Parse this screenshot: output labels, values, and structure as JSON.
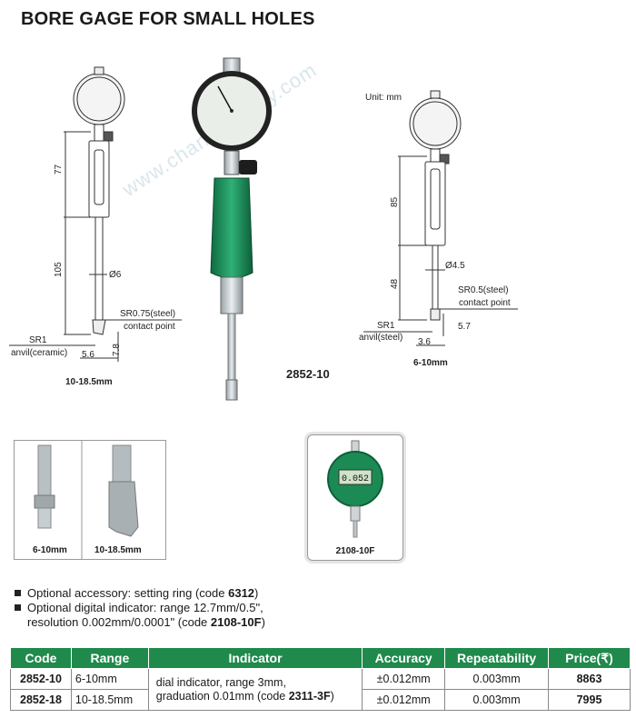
{
  "title": "BORE GAGE FOR SMALL HOLES",
  "watermark": "www.chandanpany.com",
  "left_drawing": {
    "dim_upper": "77",
    "dim_lower": "105",
    "dia": "Ø6",
    "contact_label": "SR0.75(steel)",
    "contact_sub": "contact point",
    "anvil_label": "SR1",
    "anvil_sub": "anvil(ceramic)",
    "dim_width": "5.6",
    "dim_height": "7.8",
    "range_caption": "10-18.5mm"
  },
  "center_caption": "2852-10",
  "right_drawing": {
    "unit": "Unit: mm",
    "dim_upper": "85",
    "dim_lower": "48",
    "dia": "Ø4.5",
    "contact_label": "SR0.5(steel)",
    "contact_sub": "contact point",
    "anvil_label": "SR1",
    "anvil_sub": "anvil(steel)",
    "dim_width": "3.6",
    "dim_height": "5.7",
    "range_caption": "6-10mm"
  },
  "photos": {
    "left_caption": "6-10mm",
    "right_caption": "10-18.5mm"
  },
  "digital": {
    "display": "0.052",
    "caption": "2108-10F"
  },
  "notes": {
    "n1_text": "Optional accessory: setting ring (code ",
    "n1_code": "6312",
    "n1_end": ")",
    "n2_line1": "Optional digital indicator: range 12.7mm/0.5\",",
    "n2_line2": "resolution 0.002mm/0.0001\" (code ",
    "n2_code": "2108-10F",
    "n2_end": ")"
  },
  "table": {
    "headers": {
      "code": "Code",
      "range": "Range",
      "indicator": "Indicator",
      "accuracy": "Accuracy",
      "repeatability": "Repeatability",
      "price": "Price(₹)"
    },
    "indicator_text1": "dial indicator, range 3mm,",
    "indicator_text2": "graduation 0.01mm (code ",
    "indicator_code": "2311-3F",
    "indicator_end": ")",
    "rows": [
      {
        "code": "2852-10",
        "range": "6-10mm",
        "accuracy": "±0.012mm",
        "repeatability": "0.003mm",
        "price": "8863"
      },
      {
        "code": "2852-18",
        "range": "10-18.5mm",
        "accuracy": "±0.012mm",
        "repeatability": "0.003mm",
        "price": "7995"
      }
    ]
  },
  "colors": {
    "header_green": "#1f8a4c",
    "grip_green": "#1c8a55"
  }
}
